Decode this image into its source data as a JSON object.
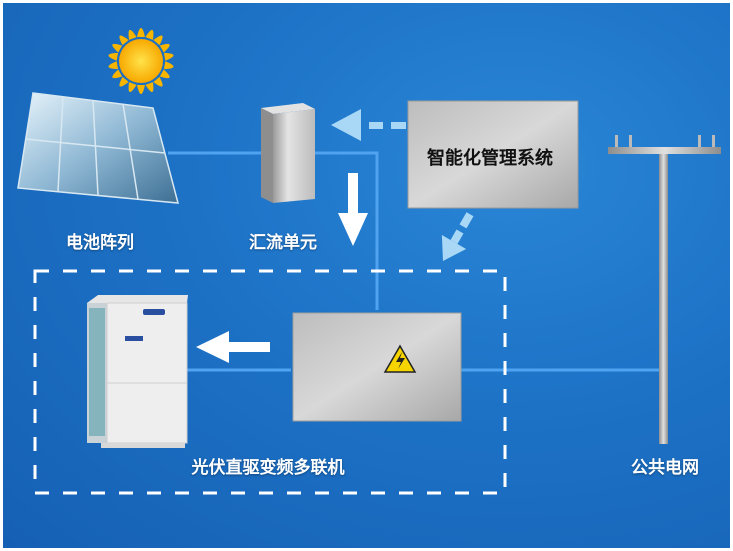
{
  "labels": {
    "battery_array": "电池阵列",
    "combiner_unit": "汇流单元",
    "management_system": "智能化管理系统",
    "pv_vrf_unit": "光伏直驱变频多联机",
    "public_grid": "公共电网"
  },
  "colors": {
    "background": "#1d72c6",
    "line": "#4fa3f0",
    "dashed_arrow": "#a9d8f7",
    "box_gray": "#c8c8c8",
    "warning": "#f5d400"
  }
}
